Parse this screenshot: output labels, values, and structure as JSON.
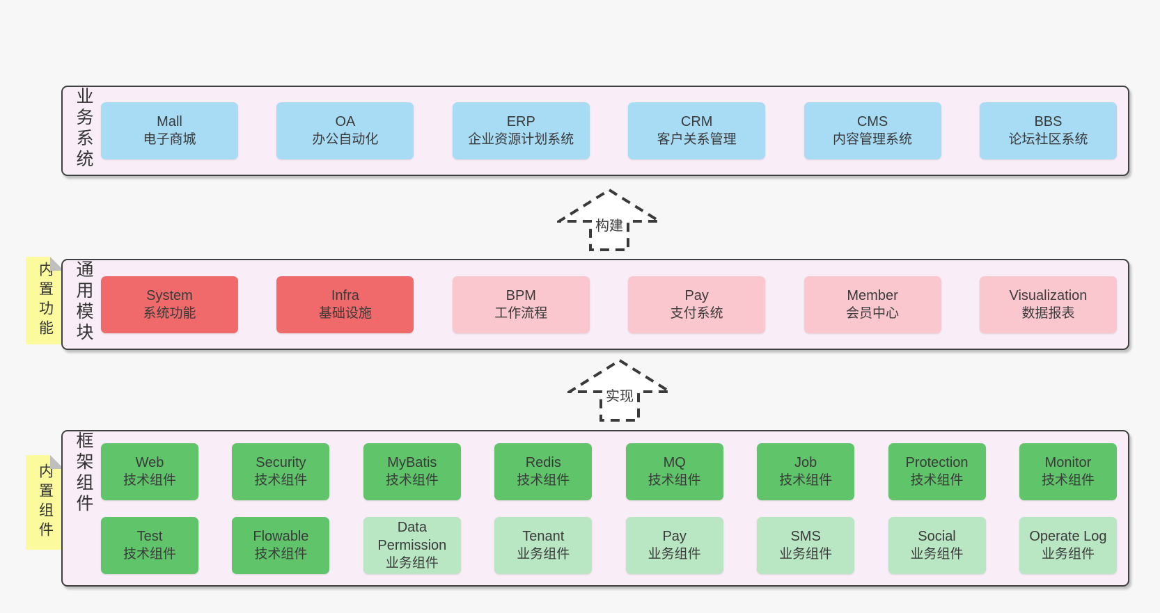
{
  "colors": {
    "page_bg": "#f7f7f7",
    "band_bg": "#f9eef7",
    "band_border": "#3f3f3f",
    "box_blue": "#a8dcf5",
    "box_red": "#f06a6b",
    "box_pink": "#fbc7cf",
    "box_green": "#5fc46a",
    "box_green_light": "#b9e6c3",
    "sticky_yellow": "#fbfa9d",
    "sticky_fold": "#bfbfbf",
    "text": "#3a3a3a"
  },
  "arrows": {
    "build": "构建",
    "implement": "实现"
  },
  "bands": {
    "business": {
      "side_label": "业务系统",
      "boxes": [
        {
          "en": "Mall",
          "zh": "电子商城"
        },
        {
          "en": "OA",
          "zh": "办公自动化"
        },
        {
          "en": "ERP",
          "zh": "企业资源计划系统"
        },
        {
          "en": "CRM",
          "zh": "客户关系管理"
        },
        {
          "en": "CMS",
          "zh": "内容管理系统"
        },
        {
          "en": "BBS",
          "zh": "论坛社区系统"
        }
      ]
    },
    "modules": {
      "side_label": "通用模块",
      "sticky": "内置功能",
      "boxes": [
        {
          "en": "System",
          "zh": "系统功能"
        },
        {
          "en": "Infra",
          "zh": "基础设施"
        },
        {
          "en": "BPM",
          "zh": "工作流程"
        },
        {
          "en": "Pay",
          "zh": "支付系统"
        },
        {
          "en": "Member",
          "zh": "会员中心"
        },
        {
          "en": "Visualization",
          "zh": "数据报表"
        }
      ]
    },
    "components": {
      "side_label": "框架组件",
      "sticky": "内置组件",
      "rows": [
        [
          {
            "en": "Web",
            "zh": "技术组件"
          },
          {
            "en": "Security",
            "zh": "技术组件"
          },
          {
            "en": "MyBatis",
            "zh": "技术组件"
          },
          {
            "en": "Redis",
            "zh": "技术组件"
          },
          {
            "en": "MQ",
            "zh": "技术组件"
          },
          {
            "en": "Job",
            "zh": "技术组件"
          },
          {
            "en": "Protection",
            "zh": "技术组件"
          },
          {
            "en": "Monitor",
            "zh": "技术组件"
          }
        ],
        [
          {
            "en": "Test",
            "zh": "技术组件"
          },
          {
            "en": "Flowable",
            "zh": "技术组件"
          },
          {
            "en": "Data Permission",
            "zh": "业务组件"
          },
          {
            "en": "Tenant",
            "zh": "业务组件"
          },
          {
            "en": "Pay",
            "zh": "业务组件"
          },
          {
            "en": "SMS",
            "zh": "业务组件"
          },
          {
            "en": "Social",
            "zh": "业务组件"
          },
          {
            "en": "Operate Log",
            "zh": "业务组件"
          }
        ]
      ]
    }
  }
}
